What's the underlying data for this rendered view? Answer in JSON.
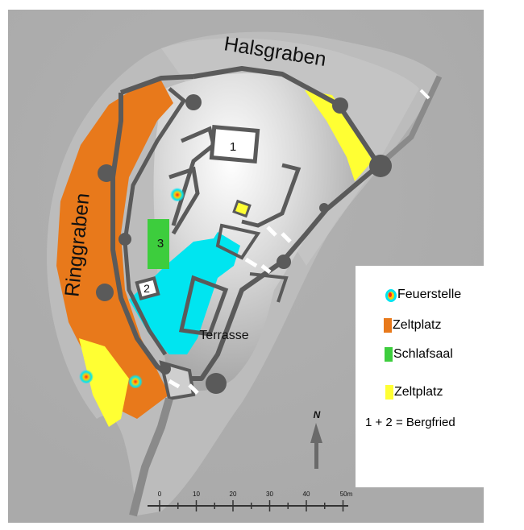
{
  "labels": {
    "halsgraben": "Halsgraben",
    "ringgraben": "Ringgraben",
    "terrasse": "Terrasse",
    "building_1": "1",
    "building_2": "2",
    "building_3": "3"
  },
  "legend": {
    "items": [
      {
        "label": "Feuerstelle",
        "color": "#00e5f0"
      },
      {
        "label": "Zeltplatz",
        "color": "#e8791b"
      },
      {
        "label": "Schlafsaal",
        "color": "#3dcd3d"
      },
      {
        "label": "Zeltplatz",
        "color": "#ffff33"
      }
    ],
    "formula": "1 + 2 = Bergfried"
  },
  "north_arrow": {
    "label": "N"
  },
  "scale_bar": {
    "ticks": [
      "0",
      "10",
      "20",
      "30",
      "40",
      "50m"
    ]
  },
  "colors": {
    "background": "#a6a6a6",
    "wall": "#5a5a5a",
    "terrace": "#00e5f0",
    "tent_orange": "#e8791b",
    "tent_yellow": "#ffff33",
    "dormitory": "#3dcd3d"
  }
}
